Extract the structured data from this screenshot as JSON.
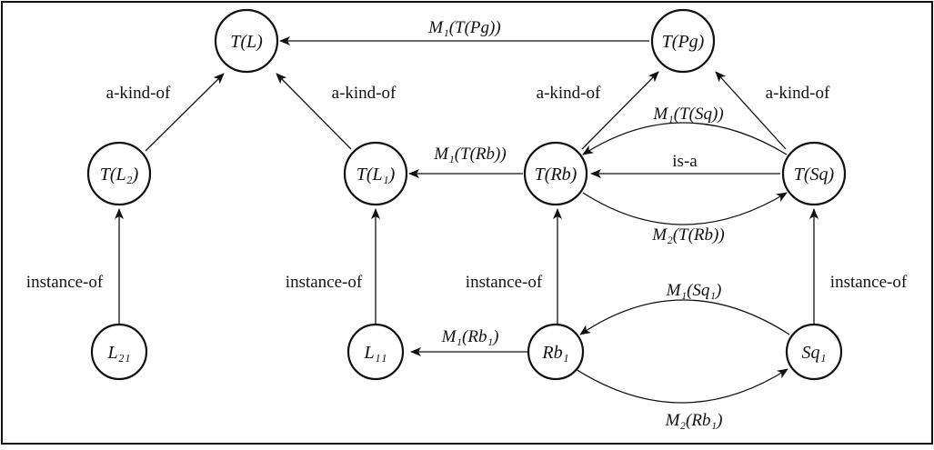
{
  "nodes": {
    "tl": "T(L)",
    "tpg": "T(Pg)",
    "tl2": "T(L₂)",
    "tl1": "T(L₁)",
    "trb": "T(Rb)",
    "tsq": "T(Sq)",
    "l21": "L₂₁",
    "l11": "L₁₁",
    "rb1": "Rb₁",
    "sq1": "Sq₁"
  },
  "edges": {
    "tpg_to_tl": "M₁(T(Pg))",
    "tl2_to_tl": "a-kind-of",
    "tl1_to_tl": "a-kind-of",
    "trb_to_tpg": "a-kind-of",
    "tsq_to_tpg": "a-kind-of",
    "trb_to_tl1": "M₁(T(Rb))",
    "tsq_to_trb_top": "M₁(T(Sq))",
    "tsq_to_trb_mid": "is-a",
    "trb_to_tsq_bot": "M₂(T(Rb))",
    "l21_to_tl2": "instance-of",
    "l11_to_tl1": "instance-of",
    "rb1_to_trb": "instance-of",
    "sq1_to_tsq": "instance-of",
    "rb1_to_l11": "M₁(Rb₁)",
    "sq1_to_rb1_top": "M₁(Sq₁)",
    "rb1_to_sq1_bot": "M₂(Rb₁)"
  }
}
